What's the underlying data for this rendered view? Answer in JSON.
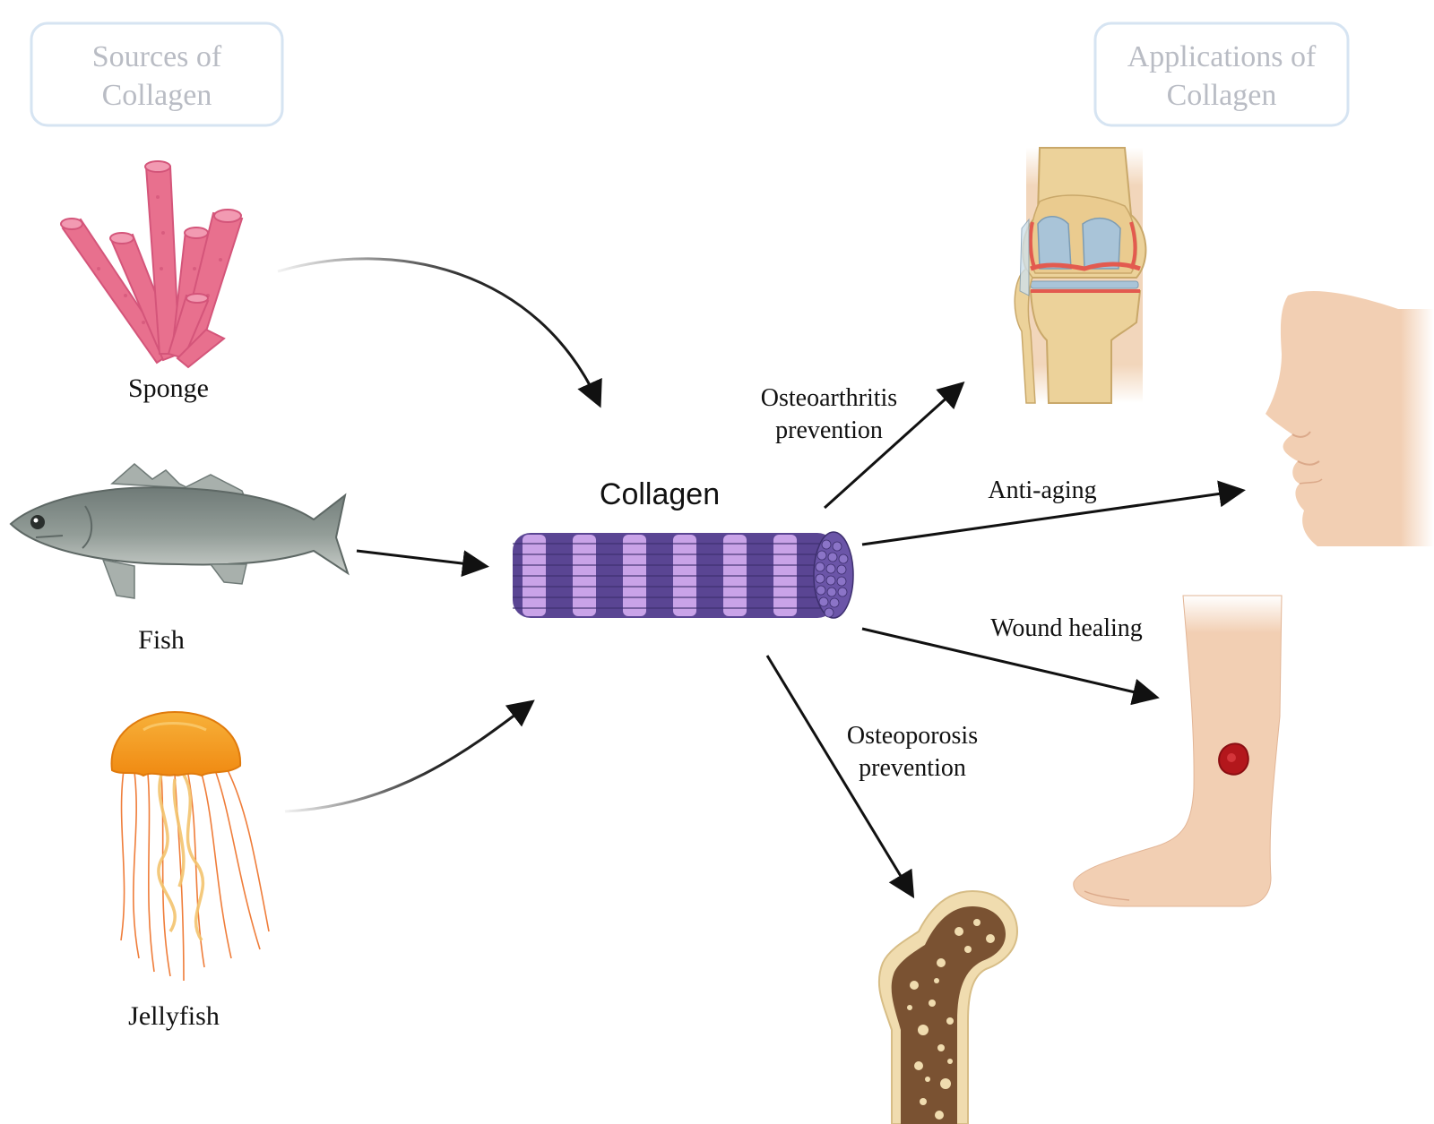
{
  "headers": {
    "sources": [
      "Sources of",
      "Collagen"
    ],
    "applications": [
      "Applications of",
      "Collagen"
    ]
  },
  "sources": {
    "sponge": "Sponge",
    "fish": "Fish",
    "jellyfish": "Jellyfish"
  },
  "center": {
    "title": "Collagen"
  },
  "applications": {
    "osteoarthritis": [
      "Osteoarthritis",
      "prevention"
    ],
    "anti_aging": "Anti-aging",
    "wound_healing": "Wound healing",
    "osteoporosis": [
      "Osteoporosis",
      "prevention"
    ]
  },
  "colors": {
    "sponge": "#e8708e",
    "fish": "#8a9590",
    "jellyfish": "#f5a623",
    "collagen_dark": "#5a4593",
    "collagen_light": "#c9a3e8",
    "skin": "#f2cfb3",
    "bone": "#f0dcaf",
    "bone_dark": "#7a5232",
    "wound": "#b3171c",
    "header_border": "#d6e4f2"
  }
}
